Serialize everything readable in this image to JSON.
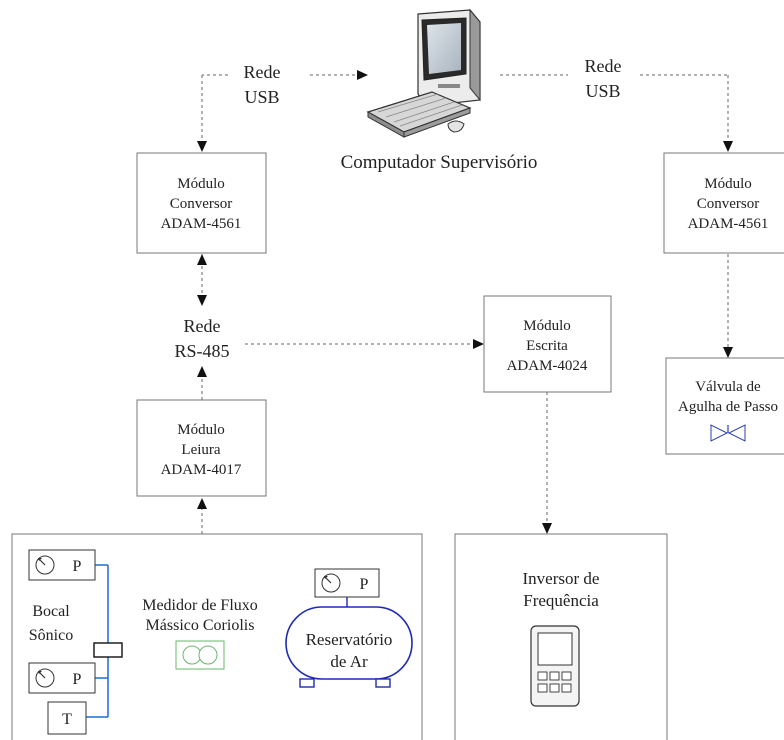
{
  "computer": {
    "label": "Computador Supervisório"
  },
  "networks": {
    "usb_left": {
      "line1": "Rede",
      "line2": "USB"
    },
    "usb_right": {
      "line1": "Rede",
      "line2": "USB"
    },
    "rs485": {
      "line1": "Rede",
      "line2": "RS-485"
    }
  },
  "modules": {
    "converter_left": {
      "line1": "Módulo",
      "line2": "Conversor",
      "line3": "ADAM-4561"
    },
    "converter_right": {
      "line1": "Módulo",
      "line2": "Conversor",
      "line3": "ADAM-4561"
    },
    "writer": {
      "line1": "Módulo",
      "line2": "Escrita",
      "line3": "ADAM-4024"
    },
    "reader": {
      "line1": "Módulo",
      "line2": "Leiura",
      "line3": "ADAM-4017"
    }
  },
  "valve": {
    "line1": "Válvula de",
    "line2": "Agulha de Passo"
  },
  "inverter": {
    "line1": "Inversor de",
    "line2": "Frequência"
  },
  "bench": {
    "sensor_p_top": "P",
    "sensor_p_bottom": "P",
    "sensor_t": "T",
    "sensor_p_tank": "P",
    "nozzle_line1": "Bocal",
    "nozzle_line2": "Sônico",
    "meter_line1": "Medidor de Fluxo",
    "meter_line2": "Mássico Coriolis",
    "tank_line1": "Reservatório",
    "tank_line2": "de Ar"
  }
}
